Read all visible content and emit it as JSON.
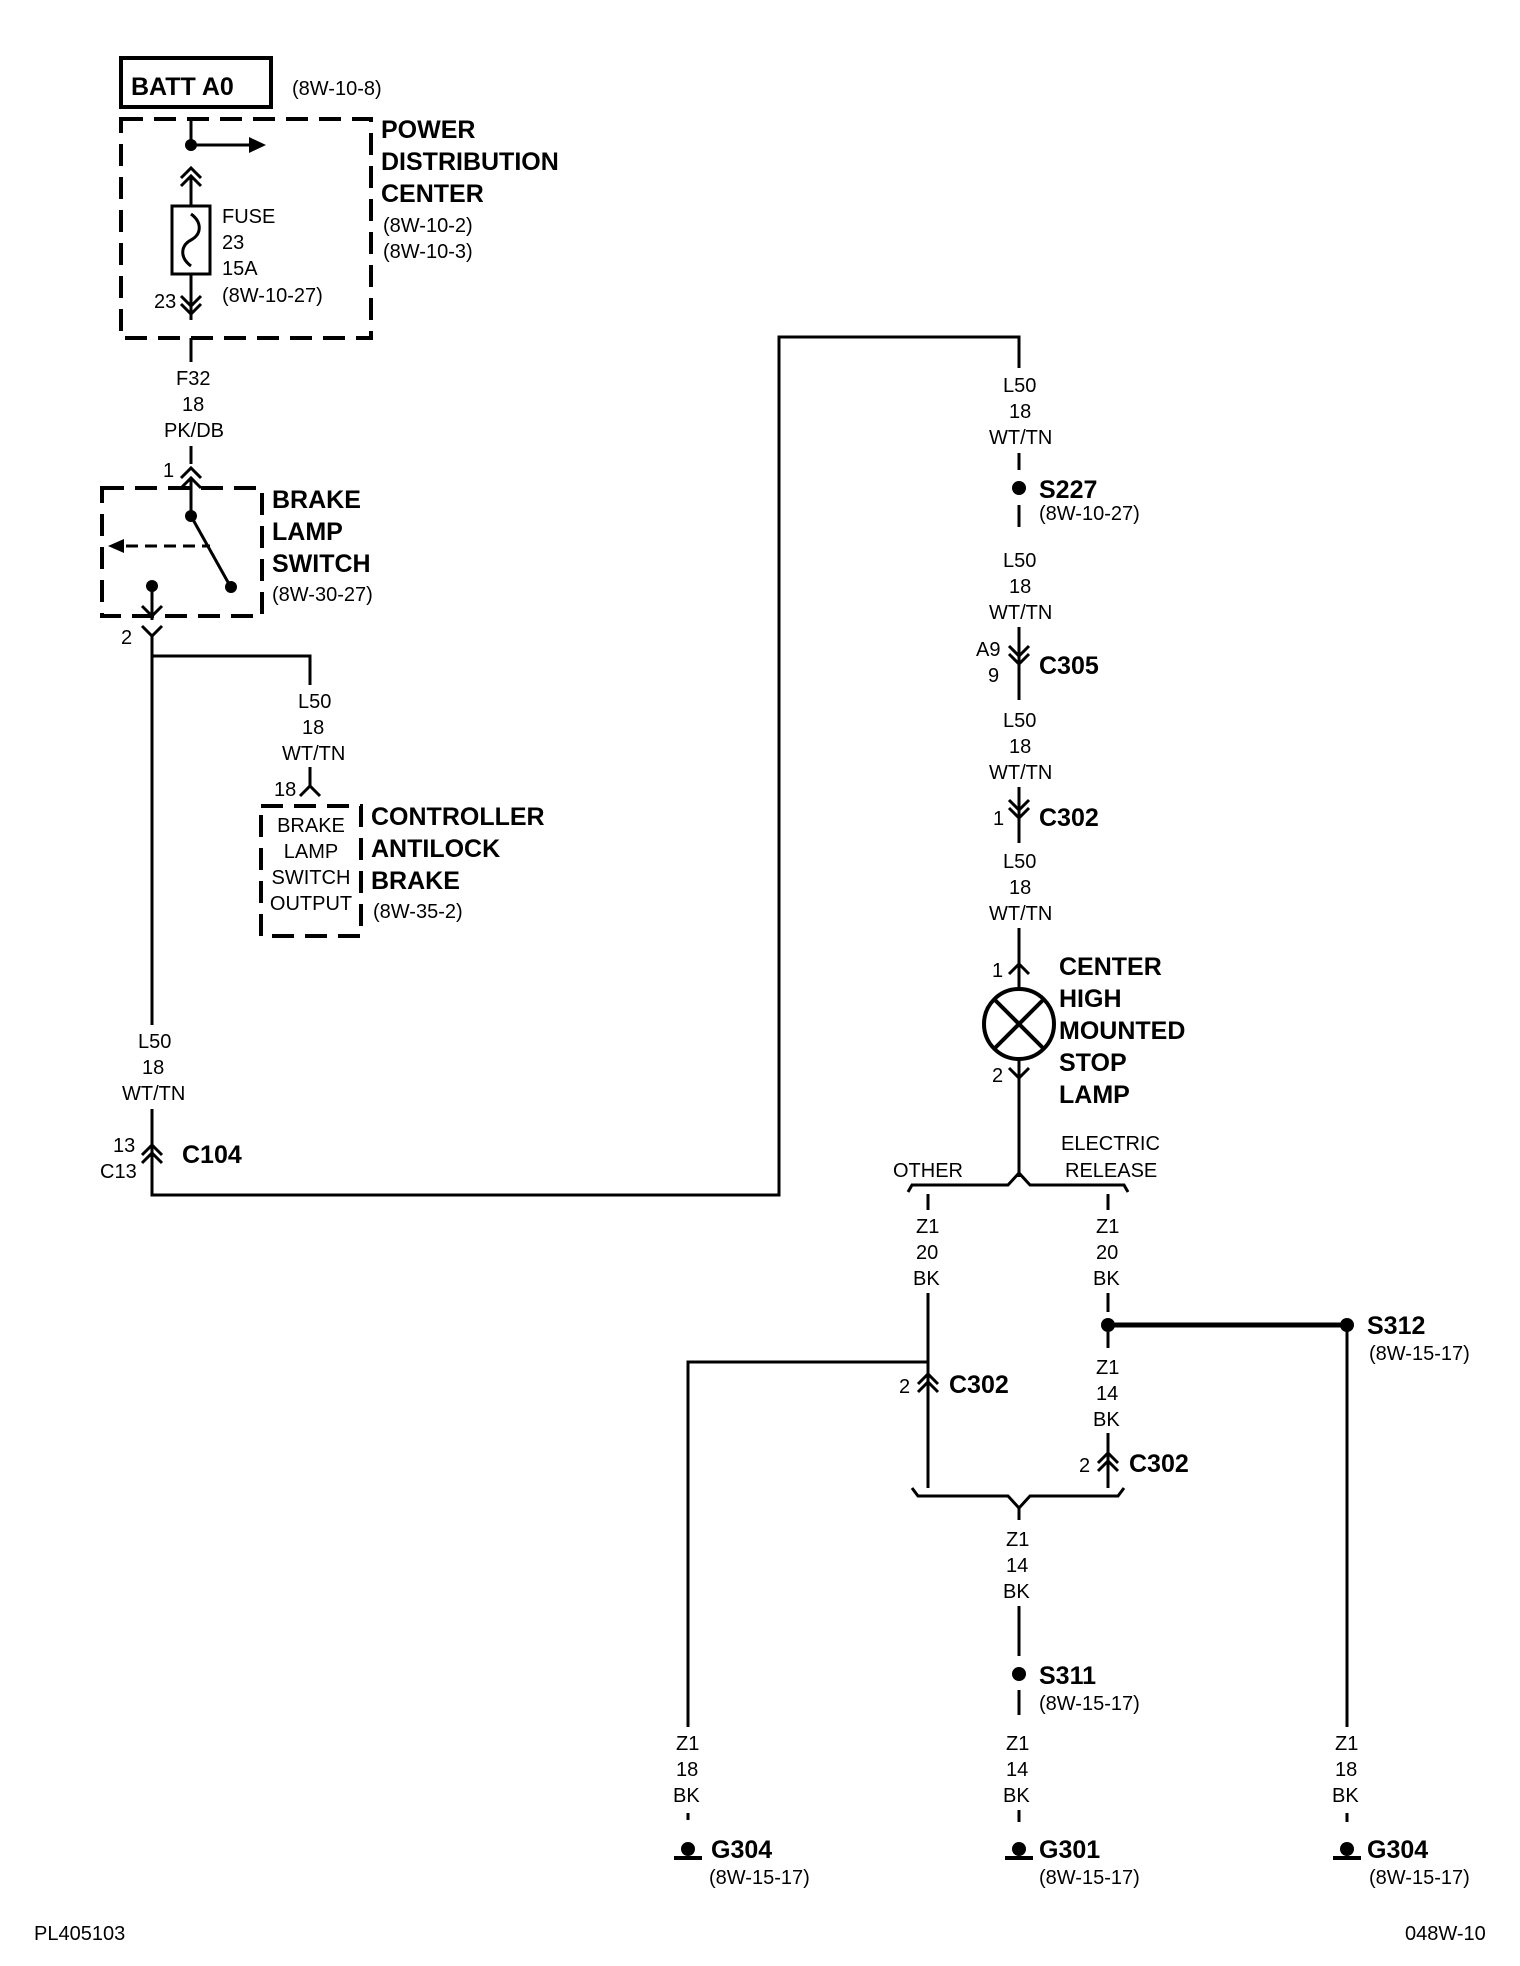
{
  "batt": {
    "label": "BATT A0",
    "ref": "(8W-10-8)"
  },
  "pdc": {
    "title": [
      "POWER",
      "DISTRIBUTION",
      "CENTER"
    ],
    "refs": [
      "(8W-10-2)",
      "(8W-10-3)"
    ],
    "fuse": [
      "FUSE",
      "23",
      "15A"
    ],
    "fuse_ref": "(8W-10-27)",
    "pin": "23"
  },
  "f32_wire": [
    "F32",
    "18",
    "PK/DB"
  ],
  "brake_switch": {
    "title": [
      "BRAKE",
      "LAMP",
      "SWITCH"
    ],
    "ref": "(8W-30-27)",
    "pin_in": "1",
    "pin_out": "2"
  },
  "abs_wire": [
    "L50",
    "18",
    "WT/TN"
  ],
  "abs": {
    "pin": "18",
    "inner": [
      "BRAKE",
      "LAMP",
      "SWITCH",
      "OUTPUT"
    ],
    "title": [
      "CONTROLLER",
      "ANTILOCK",
      "BRAKE"
    ],
    "ref": "(8W-35-2)"
  },
  "c104_wire": [
    "L50",
    "18",
    "WT/TN"
  ],
  "c104": {
    "pins": [
      "13",
      "C13"
    ],
    "name": "C104"
  },
  "top_wire": [
    "L50",
    "18",
    "WT/TN"
  ],
  "s227": {
    "name": "S227",
    "ref": "(8W-10-27)"
  },
  "mid_wire_1": [
    "L50",
    "18",
    "WT/TN"
  ],
  "c305": {
    "pins": [
      "A9",
      "9"
    ],
    "name": "C305"
  },
  "mid_wire_2": [
    "L50",
    "18",
    "WT/TN"
  ],
  "c302_top": {
    "pin": "1",
    "name": "C302"
  },
  "mid_wire_3": [
    "L50",
    "18",
    "WT/TN"
  ],
  "chmsl": {
    "pin_in": "1",
    "pin_out": "2",
    "title": [
      "CENTER",
      "HIGH",
      "MOUNTED",
      "STOP",
      "LAMP"
    ]
  },
  "branches": {
    "other": "OTHER",
    "electric": [
      "ELECTRIC",
      "RELEASE"
    ]
  },
  "other_wire": [
    "Z1",
    "20",
    "BK"
  ],
  "electric_wire": [
    "Z1",
    "20",
    "BK"
  ],
  "s312": {
    "name": "S312",
    "ref": "(8W-15-17)"
  },
  "electric_wire_2": [
    "Z1",
    "14",
    "BK"
  ],
  "c302_left": {
    "pin": "2",
    "name": "C302"
  },
  "c302_right": {
    "pin": "2",
    "name": "C302"
  },
  "joined_wire": [
    "Z1",
    "14",
    "BK"
  ],
  "s311": {
    "name": "S311",
    "ref": "(8W-15-17)"
  },
  "g304_left_wire": [
    "Z1",
    "18",
    "BK"
  ],
  "g301_wire": [
    "Z1",
    "14",
    "BK"
  ],
  "g304_right_wire": [
    "Z1",
    "18",
    "BK"
  ],
  "g304_left": {
    "name": "G304",
    "ref": "(8W-15-17)"
  },
  "g301": {
    "name": "G301",
    "ref": "(8W-15-17)"
  },
  "g304_right": {
    "name": "G304",
    "ref": "(8W-15-17)"
  },
  "footer": {
    "left": "PL405103",
    "right": "048W-10"
  }
}
